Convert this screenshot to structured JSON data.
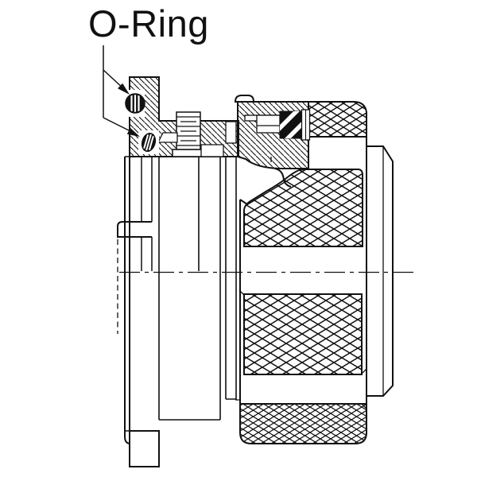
{
  "label": {
    "text": "O-Ring"
  },
  "drawing": {
    "background": "#ffffff",
    "line_color": "#111111",
    "features": [
      "o-ring-upper",
      "o-ring-lower",
      "mounting-flange",
      "receptacle-shell-section",
      "jackscrew-thread",
      "coupling-nut-knurled-bands",
      "cable-end-cap",
      "center-line"
    ]
  }
}
